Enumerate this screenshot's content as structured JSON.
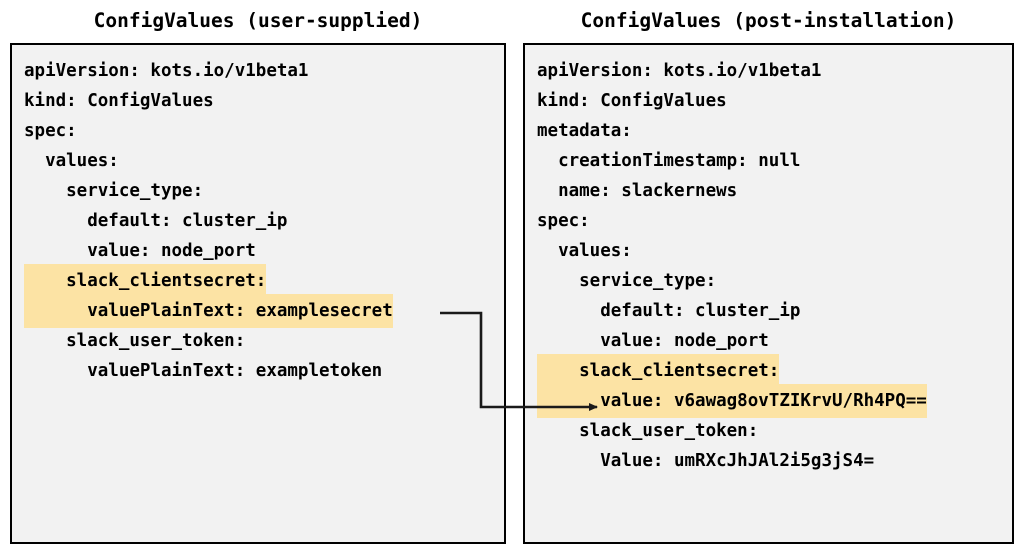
{
  "panels": [
    {
      "title": "ConfigValues (user-supplied)",
      "lines": [
        {
          "text": "apiVersion: kots.io/v1beta1",
          "highlight": false
        },
        {
          "text": "kind: ConfigValues",
          "highlight": false
        },
        {
          "text": "spec:",
          "highlight": false
        },
        {
          "text": "  values:",
          "highlight": false
        },
        {
          "text": "    service_type:",
          "highlight": false
        },
        {
          "text": "      default: cluster_ip",
          "highlight": false
        },
        {
          "text": "      value: node_port",
          "highlight": false
        },
        {
          "text": "    slack_clientsecret:",
          "highlight": true
        },
        {
          "text": "      valuePlainText: examplesecret",
          "highlight": true
        },
        {
          "text": "    slack_user_token:",
          "highlight": false
        },
        {
          "text": "      valuePlainText: exampletoken",
          "highlight": false
        }
      ]
    },
    {
      "title": "ConfigValues (post-installation)",
      "lines": [
        {
          "text": "apiVersion: kots.io/v1beta1",
          "highlight": false
        },
        {
          "text": "kind: ConfigValues",
          "highlight": false
        },
        {
          "text": "metadata:",
          "highlight": false
        },
        {
          "text": "  creationTimestamp: null",
          "highlight": false
        },
        {
          "text": "  name: slackernews",
          "highlight": false
        },
        {
          "text": "spec:",
          "highlight": false
        },
        {
          "text": "  values:",
          "highlight": false
        },
        {
          "text": "    service_type:",
          "highlight": false
        },
        {
          "text": "      default: cluster_ip",
          "highlight": false
        },
        {
          "text": "      value: node_port",
          "highlight": false
        },
        {
          "text": "    slack_clientsecret:",
          "highlight": true
        },
        {
          "text": "      value: v6awag8ovTZIKrvU/Rh4PQ==",
          "highlight": true
        },
        {
          "text": "    slack_user_token:",
          "highlight": false
        },
        {
          "text": "      Value: umRXcJhJAl2i5g3jS4=",
          "highlight": false
        }
      ]
    }
  ],
  "connector": {
    "name": "secret-encryption-arrow",
    "description": "arrow from user-supplied valuePlainText to post-installation encrypted value",
    "color": "#1a1a1a"
  },
  "colors": {
    "highlight": "#fce3a4",
    "panel_background": "#f2f2f2",
    "border": "#000000",
    "text": "#000000",
    "page_background": "#ffffff"
  }
}
